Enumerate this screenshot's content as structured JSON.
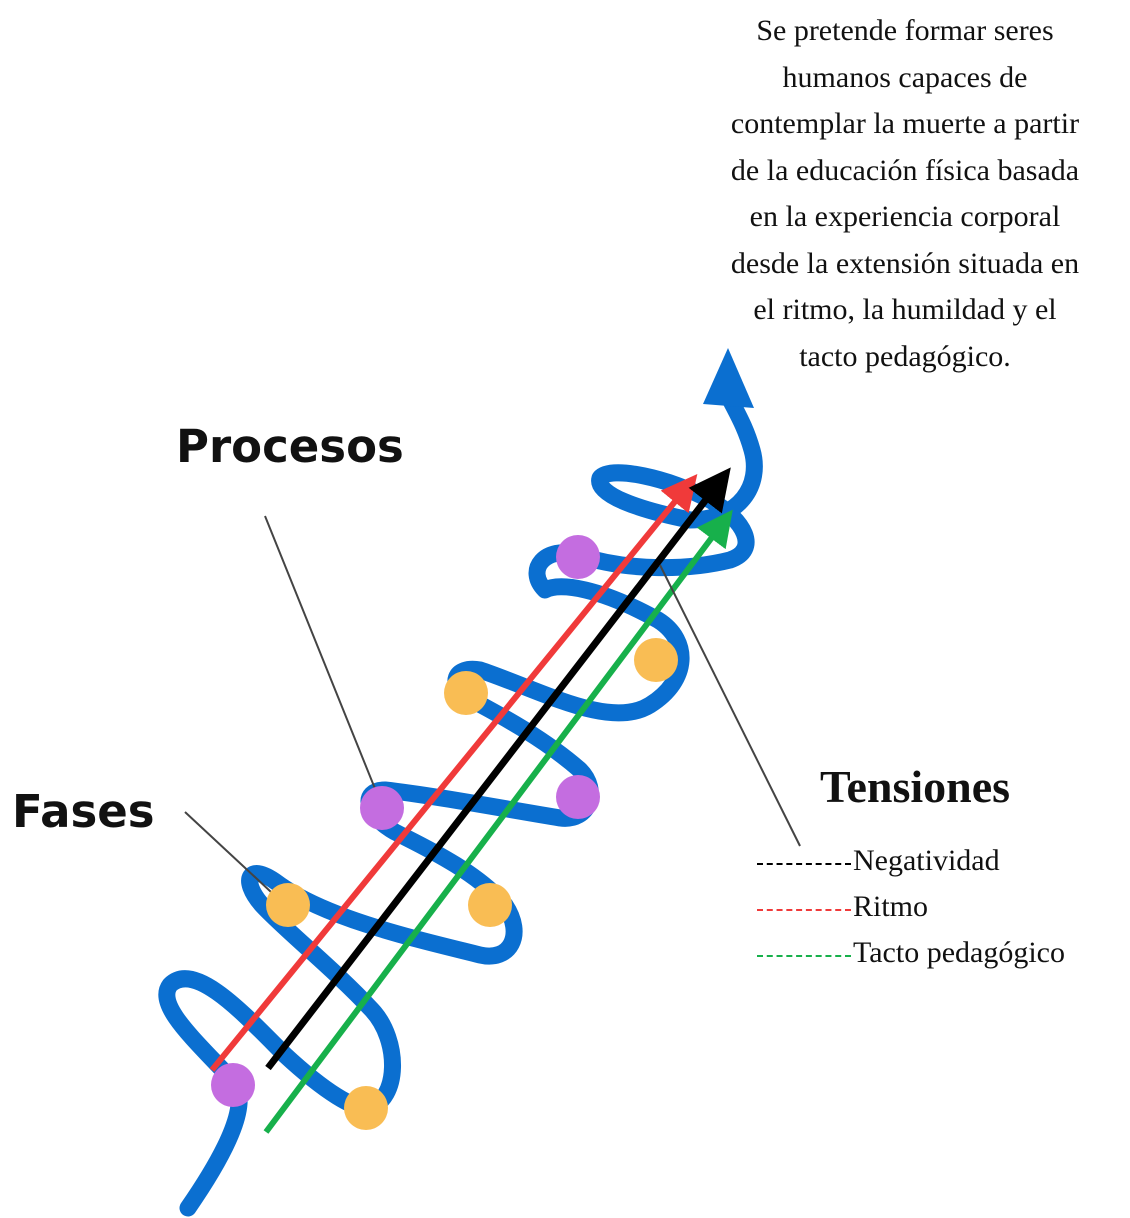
{
  "caption": [
    "Se pretende formar seres",
    "humanos capaces de",
    "contemplar la muerte a partir",
    "de la educación física basada",
    "en la experiencia corporal",
    "desde la extensión situada en",
    "el ritmo, la humildad y el",
    "tacto pedagógico."
  ],
  "labels": {
    "procesos": "Procesos",
    "fases": "Fases",
    "tensiones": "Tensiones"
  },
  "legend": [
    {
      "label": "Negatividad",
      "color": "#000000"
    },
    {
      "label": "Ritmo",
      "color": "#f03a3a"
    },
    {
      "label": "Tacto pedagógico",
      "color": "#17b04b"
    }
  ],
  "colors": {
    "spiral": "#0b6fd0",
    "phase_dot": "#f9bd54",
    "process_dot": "#c46de0",
    "leader_line": "#444444"
  }
}
